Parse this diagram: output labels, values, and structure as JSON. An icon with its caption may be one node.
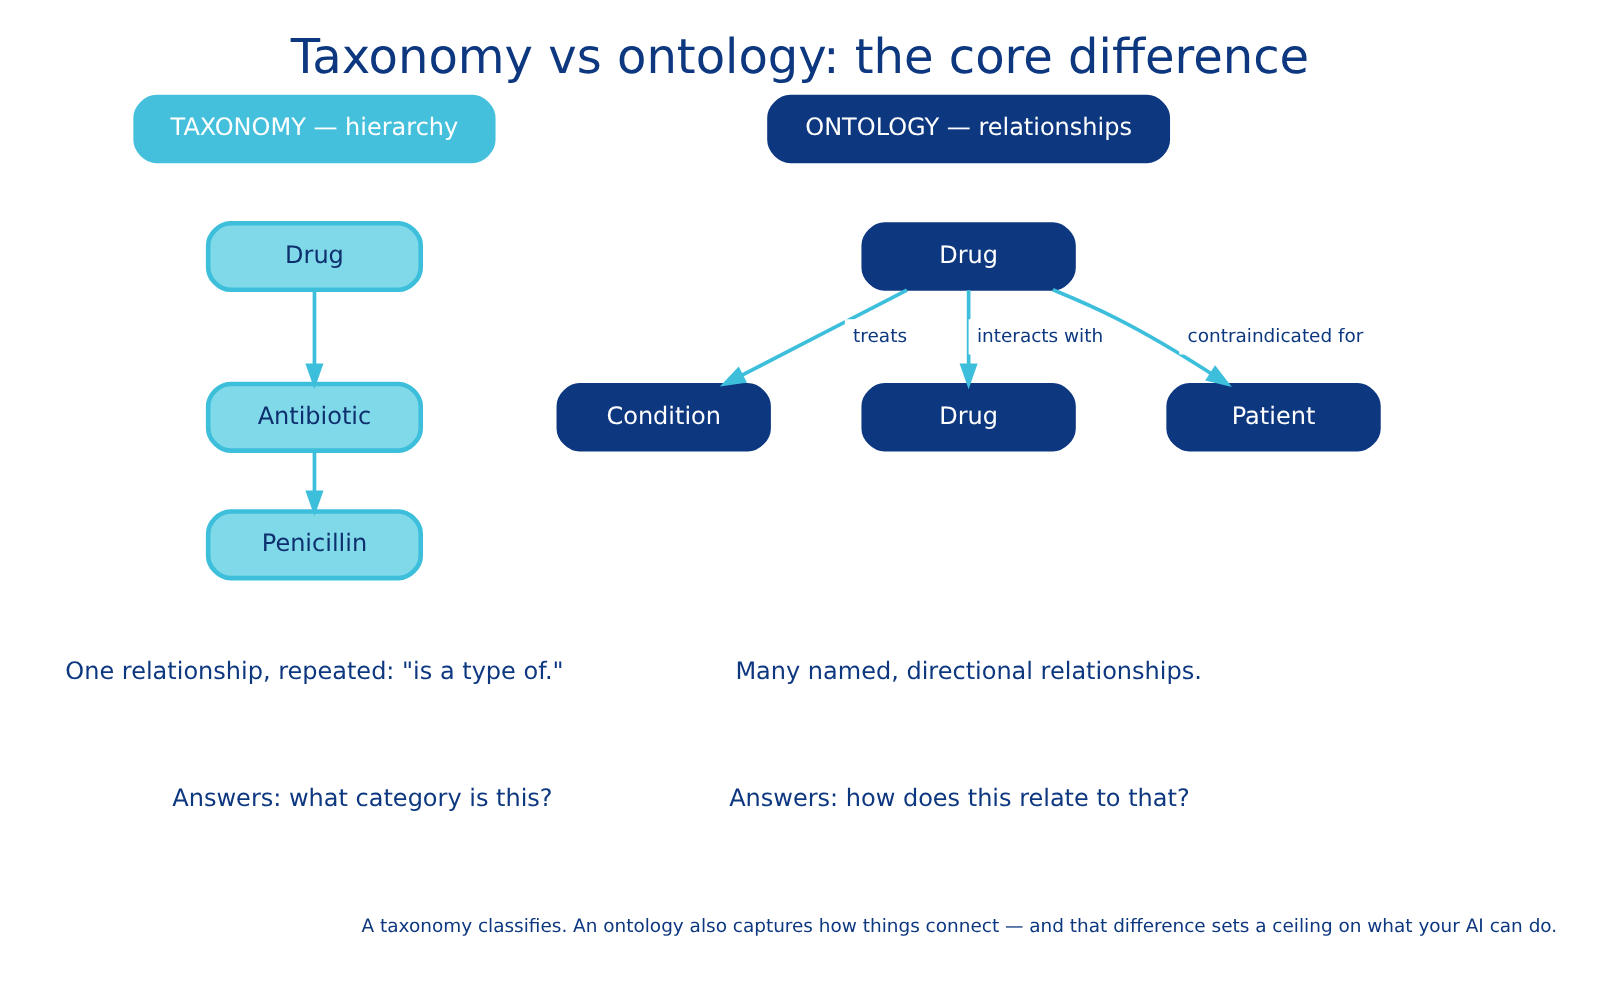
{
  "diagram": {
    "title": "Taxonomy vs ontology: the core difference",
    "caption": "A taxonomy classifies. An ontology also captures how things connect — and that difference sets a ceiling on what your AI can do.",
    "nodes": [
      {
        "text": [
          "TAXONOMY — hierarchy"
        ]
      },
      {
        "text": [
          "Drug"
        ]
      },
      {
        "text": [
          "Antibiotic"
        ]
      },
      {
        "text": [
          "Penicillin"
        ]
      },
      {
        "text": [
          "ONTOLOGY — relationships"
        ]
      },
      {
        "text": [
          "Drug"
        ]
      },
      {
        "text": [
          "Condition"
        ]
      },
      {
        "text": [
          "Drug"
        ]
      },
      {
        "text": [
          "Patient"
        ]
      }
    ],
    "edges": [
      {
        "from": 1,
        "to": 2,
        "arrow": "to"
      },
      {
        "from": 2,
        "to": 3,
        "arrow": "to"
      },
      {
        "from": 5,
        "to": 6,
        "arrow": "to",
        "label": "treats"
      },
      {
        "from": 5,
        "to": 7,
        "arrow": "to",
        "label": "interacts with"
      },
      {
        "from": 5,
        "to": 8,
        "arrow": "to",
        "label": "contraindicated for"
      }
    ],
    "labels": [
      "One relationship, repeated: \"is a type of.\"",
      "Many named, directional relationships.",
      "Answers: what category is this?",
      "Answers: how does this relate to that?"
    ]
  }
}
